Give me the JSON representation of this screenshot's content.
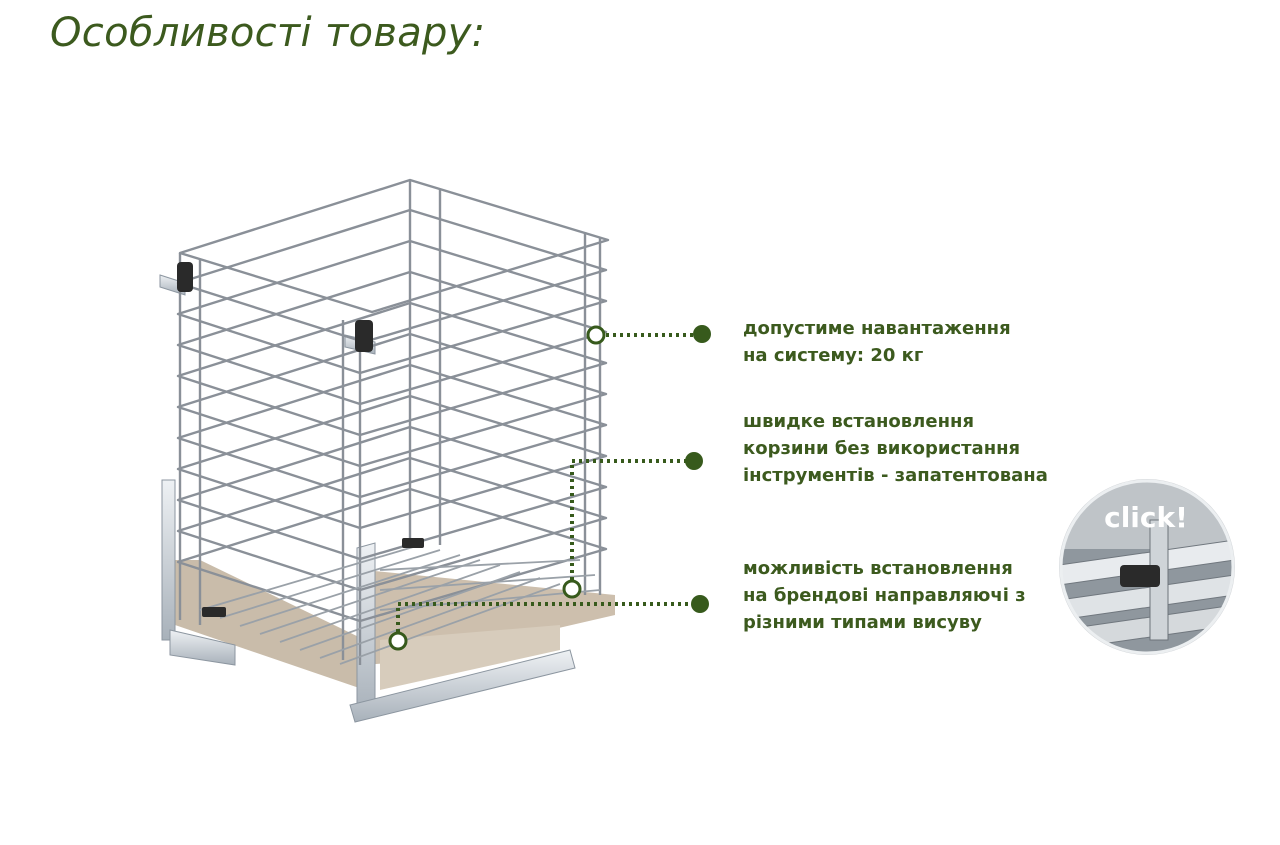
{
  "title": "Особливості товару:",
  "features": [
    {
      "lines": [
        "допустиме навантаження",
        "на систему: 20 кг"
      ]
    },
    {
      "lines": [
        "швидке встановлення",
        "корзини без використання",
        "інструментів - запатентована"
      ]
    },
    {
      "lines": [
        "можливість встановлення",
        "на брендові направляючі з",
        "різними типами висуву"
      ]
    }
  ],
  "detail": {
    "label": "click!"
  },
  "colors": {
    "accent": "#3c5a1e",
    "dot": "#375a1c"
  }
}
